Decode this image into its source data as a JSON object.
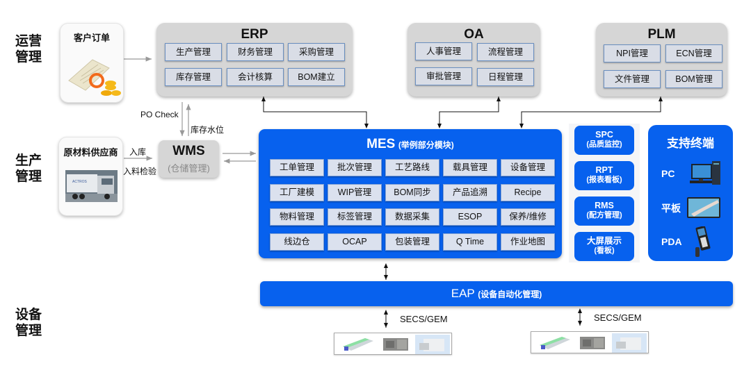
{
  "layers": {
    "operations": "运营\n管理",
    "production": "生产\n管理",
    "equipment": "设备\n管理"
  },
  "customer_order": {
    "title": "客户订单",
    "icon": "order-document-icon"
  },
  "supplier": {
    "title": "原材料供应商",
    "icon": "truck-icon"
  },
  "erp": {
    "title": "ERP",
    "modules": [
      "生产管理",
      "财务管理",
      "采购管理",
      "库存管理",
      "会计核算",
      "BOM建立"
    ]
  },
  "oa": {
    "title": "OA",
    "modules": [
      "人事管理",
      "流程管理",
      "审批管理",
      "日程管理"
    ]
  },
  "plm": {
    "title": "PLM",
    "modules": [
      "NPI管理",
      "ECN管理",
      "文件管理",
      "BOM管理"
    ]
  },
  "wms": {
    "title": "WMS",
    "subtitle": "(仓储管理)"
  },
  "edges": {
    "po_check": "PO Check",
    "inventory_level": "库存水位",
    "inbound": "入库",
    "incoming_inspection": "入料检验",
    "secs_gem_1": "SECS/GEM",
    "secs_gem_2": "SECS/GEM"
  },
  "mes": {
    "title": "MES",
    "subtitle": "(举例部分模块)",
    "modules": [
      [
        "工单管理",
        "批次管理",
        "工艺路线",
        "载具管理",
        "设备管理"
      ],
      [
        "工厂建模",
        "WIP管理",
        "BOM同步",
        "产品追溯",
        "Recipe"
      ],
      [
        "物料管理",
        "标签管理",
        "数据采集",
        "ESOP",
        "保养/维修"
      ],
      [
        "线边仓",
        "OCAP",
        "包装管理",
        "Q Time",
        "作业地图"
      ]
    ]
  },
  "side_modules": [
    {
      "title": "SPC",
      "subtitle": "(品质监控)"
    },
    {
      "title": "RPT",
      "subtitle": "(报表看板)"
    },
    {
      "title": "RMS",
      "subtitle": "(配方管理)"
    },
    {
      "title": "大屏展示",
      "subtitle": "(看板)"
    }
  ],
  "terminals": {
    "title": "支持终端",
    "items": [
      {
        "label": "PC",
        "icon": "desktop-pc-icon"
      },
      {
        "label": "平板",
        "icon": "tablet-icon"
      },
      {
        "label": "PDA",
        "icon": "handheld-pda-icon"
      }
    ]
  },
  "eap": {
    "title": "EAP",
    "subtitle": "(设备自动化管理)"
  },
  "colors": {
    "primary_blue": "#0761ee",
    "system_gray": "#d6d6d6",
    "module_fill": "#d9dde6",
    "module_border": "#6a8fc0"
  }
}
